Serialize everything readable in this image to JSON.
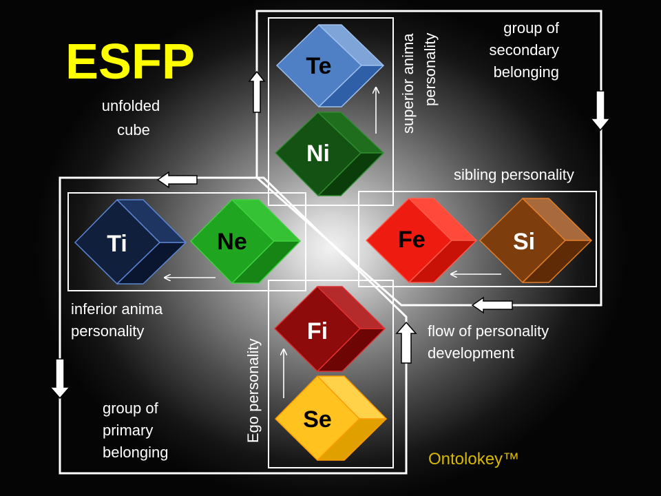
{
  "title": "ESFP",
  "subtitle_line1": "unfolded",
  "subtitle_line2": "cube",
  "cubes": {
    "te": {
      "label": "Te",
      "face": "#4f7fc4",
      "top": "#7ea4d8",
      "side": "#2f5fa6",
      "stroke": "#9ec0ee"
    },
    "ni": {
      "label": "Ni",
      "face": "#145214",
      "top": "#1e6e1e",
      "side": "#0b3d0b",
      "stroke": "#2e8a2e"
    },
    "ti": {
      "label": "Ti",
      "face": "#101f3c",
      "top": "#1d3560",
      "side": "#0a1630",
      "stroke": "#5b87d6"
    },
    "ne": {
      "label": "Ne",
      "face": "#1fa51f",
      "top": "#35c335",
      "side": "#168516",
      "stroke": "#40d040"
    },
    "fe": {
      "label": "Fe",
      "face": "#ee1b10",
      "top": "#ff4a3a",
      "side": "#c81208",
      "stroke": "#ff5a4a"
    },
    "si": {
      "label": "Si",
      "face": "#7d3d0c",
      "top": "#a86a3c",
      "side": "#5e2b06",
      "stroke": "#e27e28"
    },
    "fi": {
      "label": "Fi",
      "face": "#8e0b0b",
      "top": "#b52a2a",
      "side": "#6e0505",
      "stroke": "#e03030"
    },
    "se": {
      "label": "Se",
      "face": "#ffc21e",
      "top": "#ffd24a",
      "side": "#e0a000",
      "stroke": "#ff9a00"
    }
  },
  "labels": {
    "superior_anima_1": "superior anima",
    "superior_anima_2": "personality",
    "secondary_1": "group of",
    "secondary_2": "secondary",
    "secondary_3": "belonging",
    "sibling": "sibling personality",
    "inferior_1": "inferior anima",
    "inferior_2": "personality",
    "flow_1": "flow of personality",
    "flow_2": "development",
    "ego": "Ego personality",
    "primary_1": "group of",
    "primary_2": "primary",
    "primary_3": "belonging"
  },
  "brand": "Ontolokey™"
}
